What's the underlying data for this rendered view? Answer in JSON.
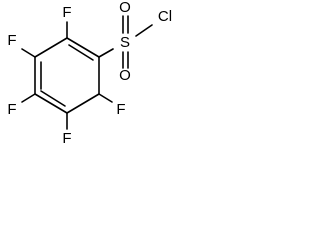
{
  "molecule": {
    "atoms": {
      "f_top": "F",
      "f_upper_left": "F",
      "f_lower_left": "F",
      "f_bottom": "F",
      "f_right": "F",
      "o_top": "O",
      "o_bottom": "O",
      "sulfur": "S",
      "chlorine": "Cl"
    }
  }
}
